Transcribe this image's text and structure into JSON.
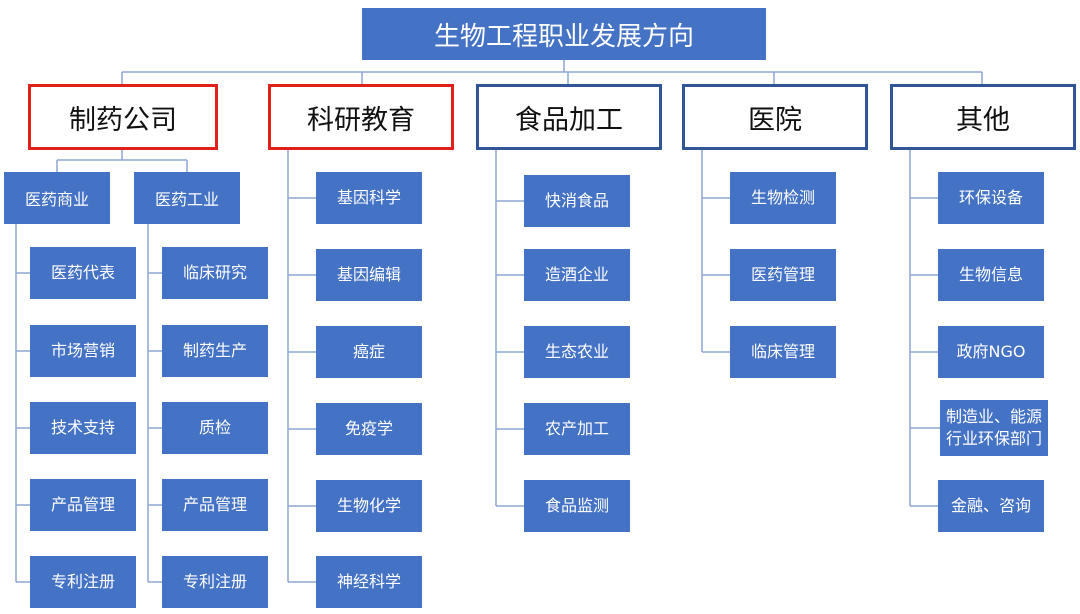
{
  "title": "生物工程职业发展方向",
  "categories": [
    {
      "name": "制药公司",
      "highlight": true,
      "subgroups": [
        {
          "name": "医药商业",
          "items": [
            "医药代表",
            "市场营销",
            "技术支持",
            "产品管理",
            "专利注册"
          ]
        },
        {
          "name": "医药工业",
          "items": [
            "临床研究",
            "制药生产",
            "质检",
            "产品管理",
            "专利注册"
          ]
        }
      ]
    },
    {
      "name": "科研教育",
      "highlight": true,
      "items": [
        "基因科学",
        "基因编辑",
        "癌症",
        "免疫学",
        "生物化学",
        "神经科学"
      ]
    },
    {
      "name": "食品加工",
      "highlight": false,
      "items": [
        "快消食品",
        "造酒企业",
        "生态农业",
        "农产加工",
        "食品监测"
      ]
    },
    {
      "name": "医院",
      "highlight": false,
      "items": [
        "生物检测",
        "医药管理",
        "临床管理"
      ]
    },
    {
      "name": "其他",
      "highlight": false,
      "items": [
        "环保设备",
        "生物信息",
        "政府NGO",
        "制造业、能源行业环保部门",
        "金融、咨询"
      ]
    }
  ],
  "colors": {
    "box_fill": "#4472c4",
    "category_border": "#2f5597",
    "highlight_border": "#e0201b",
    "connector": "#8fa7d3"
  }
}
